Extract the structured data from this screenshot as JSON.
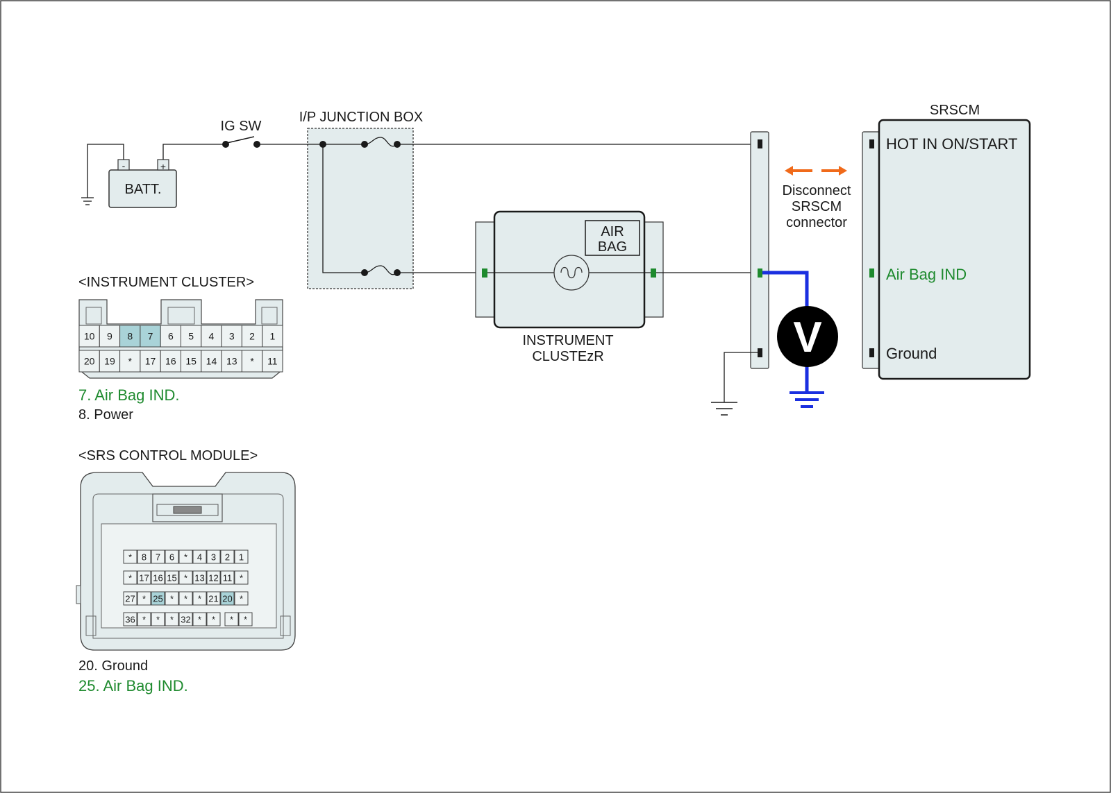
{
  "labels": {
    "ig_sw": "IG SW",
    "junction_box": "I/P JUNCTION BOX",
    "battery": "BATT.",
    "battery_minus": "-",
    "battery_plus": "+",
    "airbag_line1": "AIR",
    "airbag_line2": "BAG",
    "cluster_line1": "INSTRUMENT",
    "cluster_line2": "CLUSTEzR",
    "srscm_title": "SRSCM",
    "srscm_hot": "HOT IN ON/START",
    "srscm_airbag": "Air Bag IND",
    "srscm_ground": "Ground",
    "disconnect_line1": "Disconnect",
    "disconnect_line2": "SRSCM",
    "disconnect_line3": "connector",
    "meter_symbol": "V"
  },
  "instrument_cluster": {
    "title": "<INSTRUMENT CLUSTER>",
    "row1": [
      "10",
      "9",
      "8",
      "7",
      "6",
      "5",
      "4",
      "3",
      "2",
      "1"
    ],
    "row2": [
      "20",
      "19",
      "*",
      "17",
      "16",
      "15",
      "14",
      "13",
      "*",
      "11"
    ],
    "highlighted": [
      "8",
      "7"
    ],
    "legend": [
      "7. Air Bag IND.",
      "8. Power"
    ]
  },
  "srs_module": {
    "title": "<SRS CONTROL MODULE>",
    "row1": [
      "*",
      "8",
      "7",
      "6",
      "*",
      "4",
      "3",
      "2",
      "1"
    ],
    "row2": [
      "*",
      "17",
      "16",
      "15",
      "*",
      "13",
      "12",
      "11",
      "*"
    ],
    "row3": [
      "27",
      "*",
      "25",
      "*",
      "*",
      "*",
      "21",
      "20",
      "*"
    ],
    "row4": [
      "36",
      "*",
      "*",
      "*",
      "32",
      "*",
      "*",
      "*",
      "*"
    ],
    "highlighted": [
      "25",
      "20"
    ],
    "legend": [
      "20. Ground",
      "25. Air Bag IND."
    ]
  },
  "colors": {
    "wire": "#1a1a1a",
    "measure_wire": "#1a2fe0",
    "green_terminal": "#1e8a2e",
    "disconnect_arrow": "#f06a1a",
    "component_fill": "#e3eced",
    "pin_highlight": "#a9d3d8"
  }
}
